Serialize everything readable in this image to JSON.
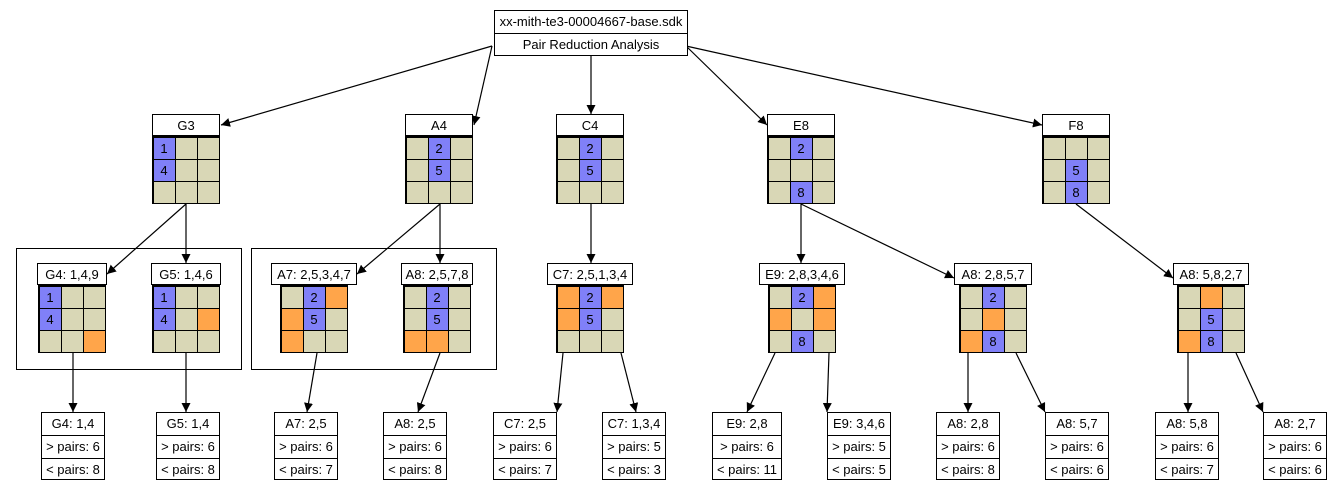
{
  "root": {
    "title": "xx-mith-te3-00004667-base.sdk",
    "subtitle": "Pair Reduction Analysis"
  },
  "nodes": {
    "G3": {
      "label": "G3",
      "cells": [
        "b1",
        "",
        "",
        "b4",
        "",
        "",
        "",
        "",
        ""
      ]
    },
    "A4": {
      "label": "A4",
      "cells": [
        "",
        "b2",
        "",
        "",
        "b5",
        "",
        "",
        "",
        ""
      ]
    },
    "C4": {
      "label": "C4",
      "cells": [
        "",
        "b2",
        "",
        "",
        "b5",
        "",
        "",
        "",
        ""
      ]
    },
    "E8": {
      "label": "E8",
      "cells": [
        "",
        "b2",
        "",
        "",
        "",
        "",
        "",
        "b8",
        ""
      ]
    },
    "F8": {
      "label": "F8",
      "cells": [
        "",
        "",
        "",
        "",
        "b5",
        "",
        "",
        "b8",
        ""
      ]
    },
    "G4": {
      "label": "G4: 1,4,9",
      "cells": [
        "b1",
        "",
        "",
        "b4",
        "",
        "",
        "",
        "",
        "o"
      ]
    },
    "G5": {
      "label": "G5: 1,4,6",
      "cells": [
        "b1",
        "",
        "",
        "b4",
        "",
        "o",
        "",
        "",
        ""
      ]
    },
    "A7": {
      "label": "A7: 2,5,3,4,7",
      "cells": [
        "",
        "b2",
        "o",
        "o",
        "b5",
        "",
        "o",
        "",
        ""
      ]
    },
    "A8": {
      "label": "A8: 2,5,7,8",
      "cells": [
        "",
        "b2",
        "",
        "",
        "b5",
        "",
        "o",
        "o",
        ""
      ]
    },
    "C7": {
      "label": "C7: 2,5,1,3,4",
      "cells": [
        "o",
        "b2",
        "o",
        "o",
        "b5",
        "",
        "",
        "",
        ""
      ]
    },
    "E9": {
      "label": "E9: 2,8,3,4,6",
      "cells": [
        "",
        "b2",
        "o",
        "o",
        "",
        "o",
        "",
        "b8",
        ""
      ]
    },
    "A8b": {
      "label": "A8: 2,8,5,7",
      "cells": [
        "",
        "b2",
        "",
        "",
        "o",
        "",
        "o",
        "b8",
        ""
      ]
    },
    "A8c": {
      "label": "A8: 5,8,2,7",
      "cells": [
        "",
        "o",
        "",
        "",
        "b5",
        "",
        "o",
        "b8",
        ""
      ]
    }
  },
  "leaves": {
    "L1": {
      "title": "G4: 1,4",
      "gt": "> pairs: 6",
      "lt": "< pairs: 8"
    },
    "L2": {
      "title": "G5: 1,4",
      "gt": "> pairs: 6",
      "lt": "< pairs: 8"
    },
    "L3": {
      "title": "A7: 2,5",
      "gt": "> pairs: 6",
      "lt": "< pairs: 7"
    },
    "L4": {
      "title": "A8: 2,5",
      "gt": "> pairs: 6",
      "lt": "< pairs: 8"
    },
    "L5": {
      "title": "C7: 2,5",
      "gt": "> pairs: 6",
      "lt": "< pairs: 7"
    },
    "L6": {
      "title": "C7: 1,3,4",
      "gt": "> pairs: 5",
      "lt": "< pairs: 3"
    },
    "L7": {
      "title": "E9: 2,8",
      "gt": "> pairs: 6",
      "lt": "< pairs: 11"
    },
    "L8": {
      "title": "E9: 3,4,6",
      "gt": "> pairs: 5",
      "lt": "< pairs: 5"
    },
    "L9": {
      "title": "A8: 2,8",
      "gt": "> pairs: 6",
      "lt": "< pairs: 8"
    },
    "L10": {
      "title": "A8: 5,7",
      "gt": "> pairs: 6",
      "lt": "< pairs: 6"
    },
    "L11": {
      "title": "A8: 5,8",
      "gt": "> pairs: 6",
      "lt": "< pairs: 7"
    },
    "L12": {
      "title": "A8: 2,7",
      "gt": "> pairs: 6",
      "lt": "< pairs: 6"
    }
  },
  "colors": {
    "empty": "#d9d7b6",
    "candidate": "#8080f8",
    "removed": "#ffa54a"
  }
}
